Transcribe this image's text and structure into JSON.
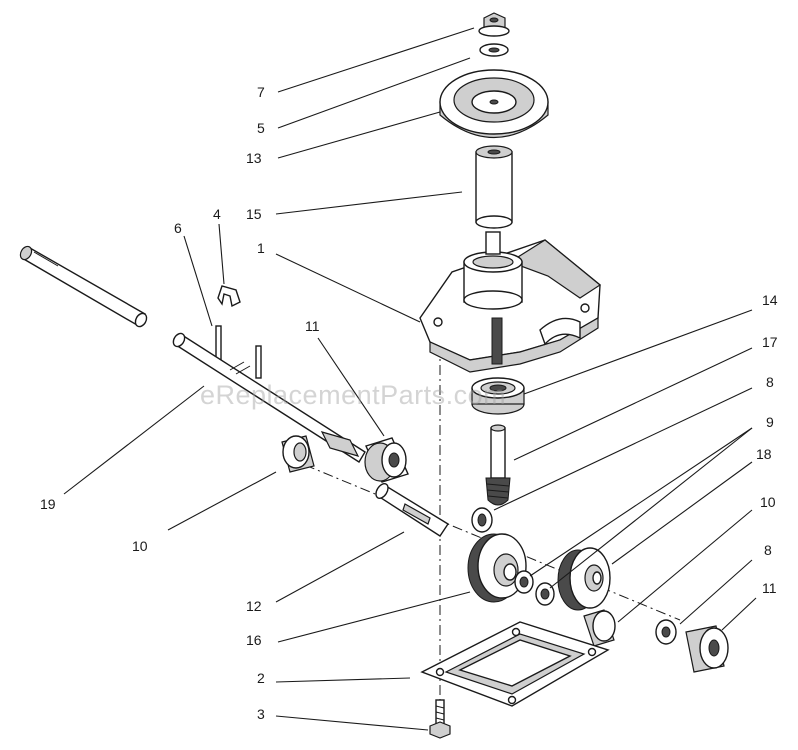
{
  "watermark": "eReplacementParts.com",
  "callouts": [
    {
      "id": "7",
      "label": "7"
    },
    {
      "id": "5",
      "label": "5"
    },
    {
      "id": "13",
      "label": "13"
    },
    {
      "id": "15",
      "label": "15"
    },
    {
      "id": "4",
      "label": "4"
    },
    {
      "id": "6",
      "label": "6"
    },
    {
      "id": "1",
      "label": "1"
    },
    {
      "id": "11a",
      "label": "11"
    },
    {
      "id": "14",
      "label": "14"
    },
    {
      "id": "17",
      "label": "17"
    },
    {
      "id": "8a",
      "label": "8"
    },
    {
      "id": "9",
      "label": "9"
    },
    {
      "id": "18",
      "label": "18"
    },
    {
      "id": "19",
      "label": "19"
    },
    {
      "id": "10a",
      "label": "10"
    },
    {
      "id": "10b",
      "label": "10"
    },
    {
      "id": "8b",
      "label": "8"
    },
    {
      "id": "11b",
      "label": "11"
    },
    {
      "id": "12",
      "label": "12"
    },
    {
      "id": "16",
      "label": "16"
    },
    {
      "id": "2",
      "label": "2"
    },
    {
      "id": "3",
      "label": "3"
    }
  ]
}
